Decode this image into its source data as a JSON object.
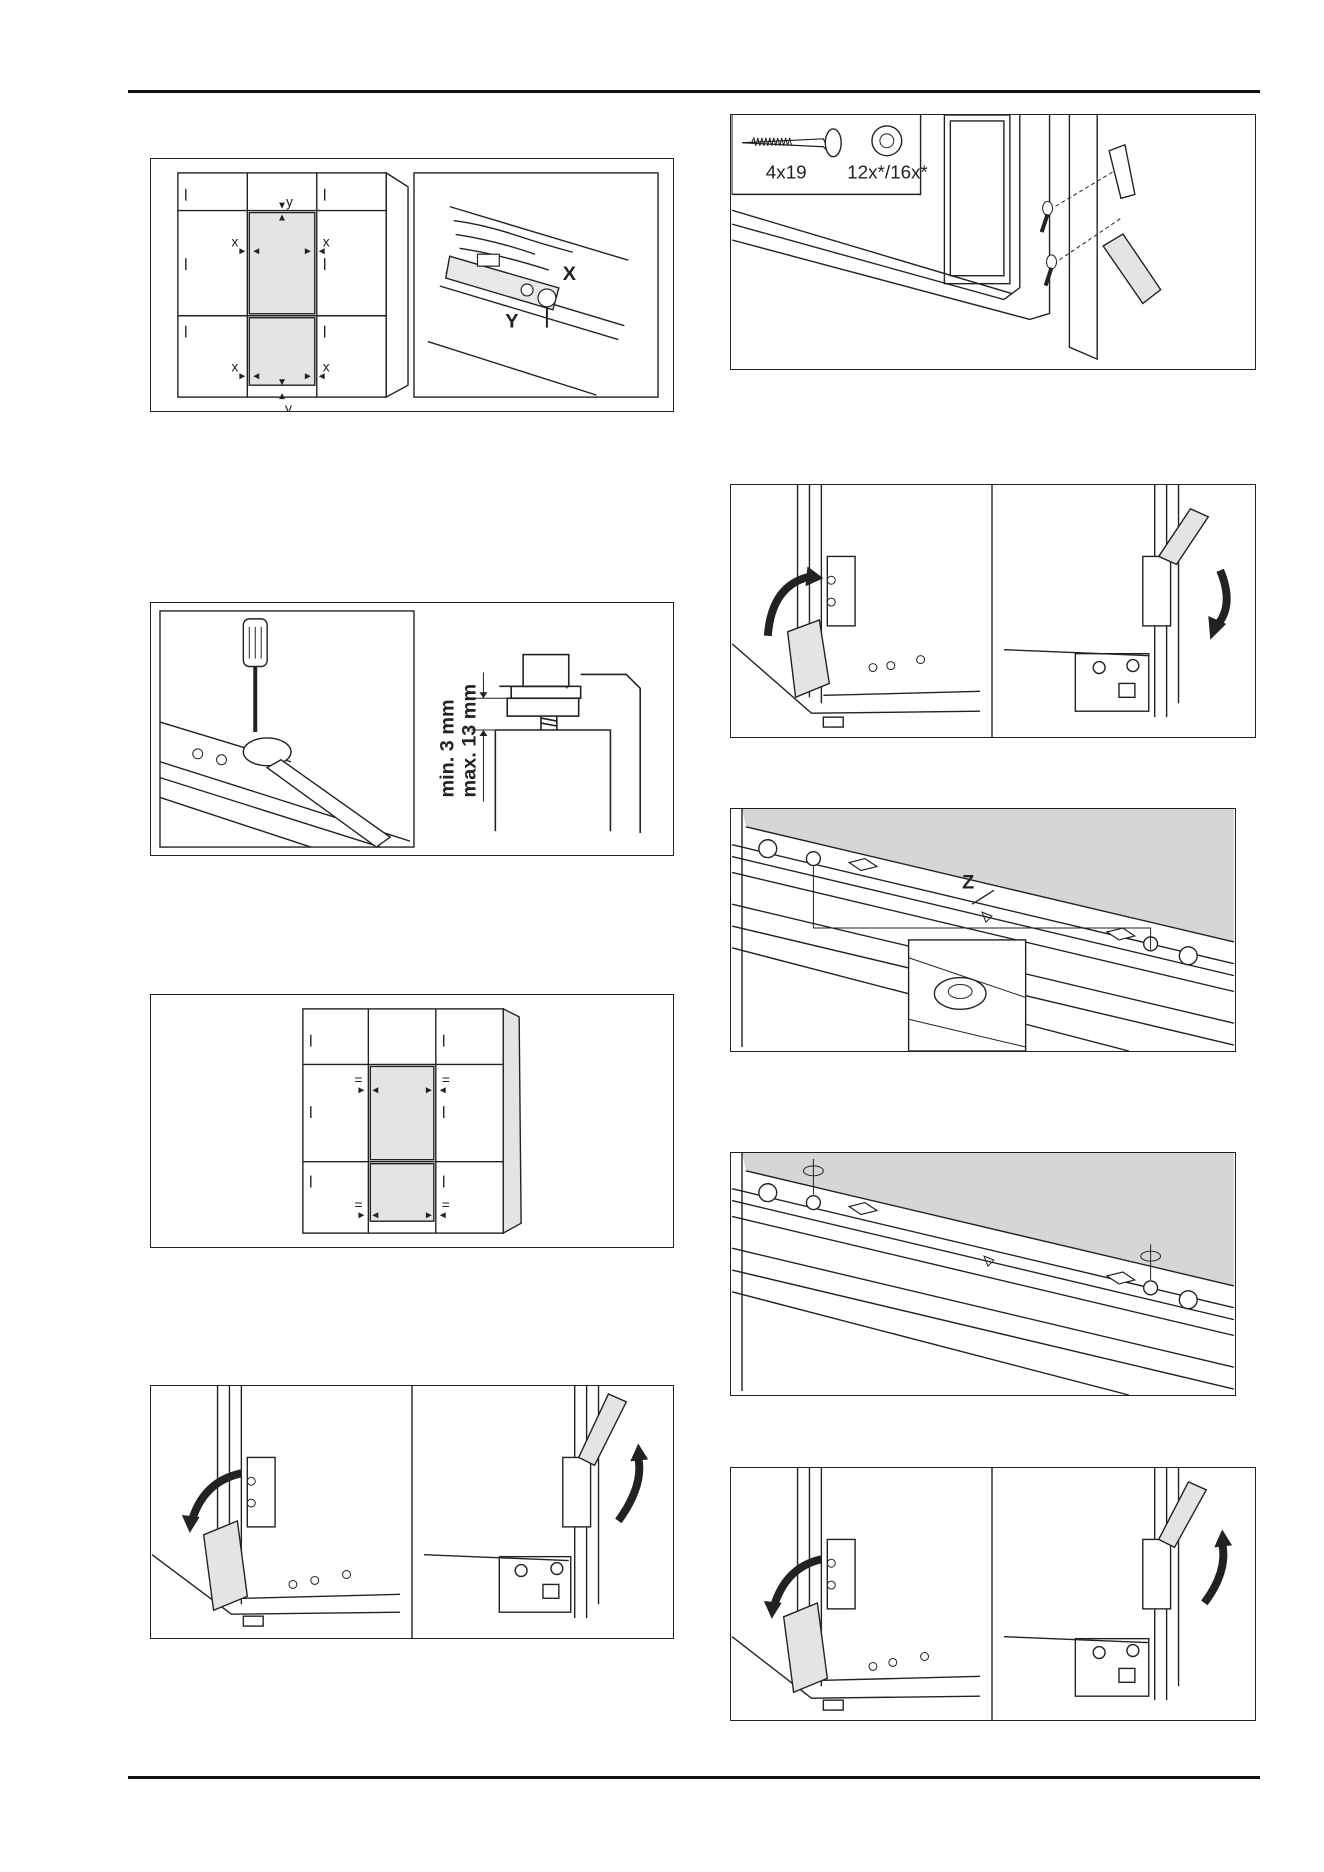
{
  "figures": {
    "gap_diagram": {
      "y_top": "y",
      "y_bottom": "y",
      "x": "x"
    },
    "hinge_adjust": {
      "x_label": "X",
      "y_label": "Y"
    },
    "bolt_height": {
      "min_label": "min. 3 mm",
      "max_label": "max. 13 mm"
    },
    "equal_gap": {
      "equals_sign": "="
    },
    "screws": {
      "screw_size": "4x19",
      "screw_qty": "12x*/16x*"
    },
    "rail_adjust": {
      "z_label": "Z"
    }
  },
  "colors": {
    "door_fill": "#e4e4e4",
    "line": "#222222",
    "rail_shade": "#d6d6d6"
  }
}
